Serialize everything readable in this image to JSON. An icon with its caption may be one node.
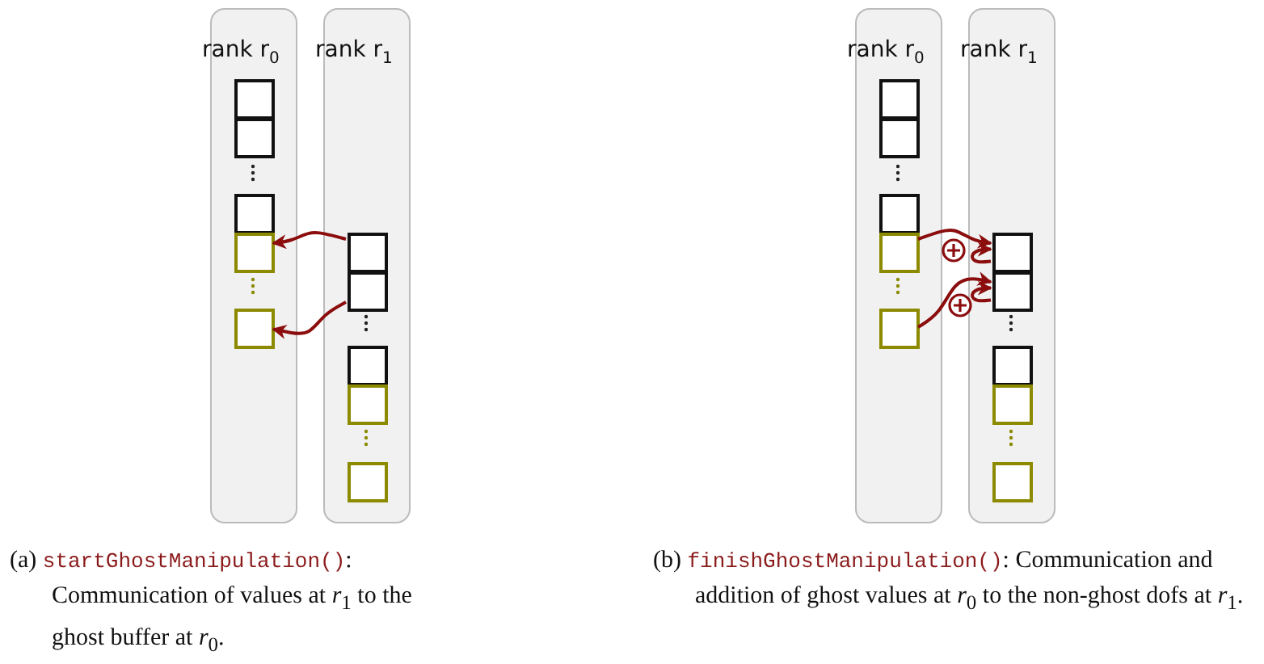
{
  "diagram": {
    "nodes": [
      {
        "text": [
          "rank r$_{0}$"
        ]
      },
      {
        "text": [],
        "shape": "box",
        "in": 0
      },
      {
        "text": [],
        "shape": "box",
        "in": 0
      },
      {
        "text": [],
        "shape": "box",
        "in": 0
      },
      {
        "text": [],
        "shape": "box",
        "in": 0
      },
      {
        "text": [],
        "shape": "box",
        "in": 0
      },
      {
        "text": [
          "rank r$_{1}$"
        ]
      },
      {
        "text": [],
        "shape": "box",
        "in": 6
      },
      {
        "text": [],
        "shape": "box",
        "in": 6
      },
      {
        "text": [],
        "shape": "box",
        "in": 6
      },
      {
        "text": [],
        "shape": "box",
        "in": 6
      },
      {
        "text": [],
        "shape": "box",
        "in": 6
      },
      {
        "text": [
          "rank r$_{0}$"
        ]
      },
      {
        "text": [],
        "shape": "box",
        "in": 12
      },
      {
        "text": [],
        "shape": "box",
        "in": 12
      },
      {
        "text": [],
        "shape": "box",
        "in": 12
      },
      {
        "text": [],
        "shape": "box",
        "in": 12
      },
      {
        "text": [],
        "shape": "box",
        "in": 12
      },
      {
        "text": [
          "rank r$_{1}$"
        ]
      },
      {
        "text": [],
        "shape": "box",
        "in": 18
      },
      {
        "text": [],
        "shape": "box",
        "in": 18
      },
      {
        "text": [],
        "shape": "box",
        "in": 18
      },
      {
        "text": [],
        "shape": "box",
        "in": 18
      },
      {
        "text": [],
        "shape": "box",
        "in": 18
      }
    ],
    "edges": [
      {
        "from": 7,
        "to": 4,
        "arrow": "to"
      },
      {
        "from": 8,
        "to": 5,
        "arrow": "to"
      },
      {
        "from": 16,
        "to": 19,
        "arrow": "to"
      },
      {
        "from": 19,
        "to": 19,
        "arrow": "to"
      },
      {
        "from": 17,
        "to": 20,
        "arrow": "to"
      },
      {
        "from": 20,
        "to": 20,
        "arrow": "to"
      }
    ],
    "labels": [
      "(a)",
      "startGhostManipulation()",
      ": Communication of values at *r*$_{1}$ to the ghost buffer at *r*$_{0}$.",
      "(b)",
      "finishGhostManipulation()",
      ": Communication and addition of ghost values at *r*$_{0}$ to the non-ghost dofs at *r*$_{1}$."
    ]
  }
}
